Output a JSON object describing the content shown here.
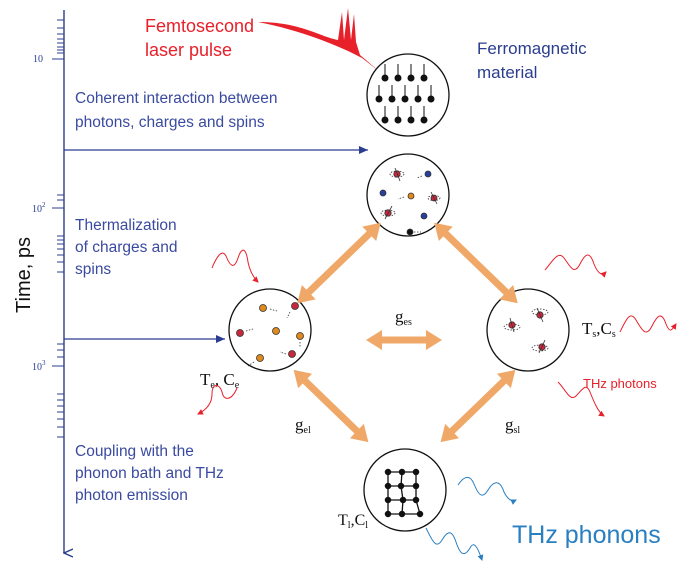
{
  "axis": {
    "label": "Time, ps",
    "tick_10": "10",
    "tick_102": "10",
    "tick_102_exp": "2",
    "tick_103": "10",
    "tick_103_exp": "3"
  },
  "stages": {
    "coherent": "Coherent interaction between photons, charges and spins",
    "coherent_line1": "Coherent interaction between",
    "coherent_line2": "photons, charges and spins",
    "thermal_line1": "Thermalization",
    "thermal_line2": "of charges and",
    "thermal_line3": "spins",
    "coupling_line1": "Coupling with the",
    "coupling_line2": "phonon bath and THz",
    "coupling_line3": "photon emission"
  },
  "labels": {
    "laser_line1": "Femtosecond",
    "laser_line2": "laser pulse",
    "material_line1": "Ferromagnetic",
    "material_line2": "material",
    "thz_photons": "THz photons",
    "thz_phonons": "THz phonons"
  },
  "couplings": {
    "ges_main": "g",
    "ges_sub": "es",
    "gel_main": "g",
    "gel_sub": "el",
    "gsl_main": "g",
    "gsl_sub": "sl"
  },
  "baths": {
    "electron_T": "T",
    "electron_T_sub": "e",
    "electron_C": "C",
    "electron_C_sub": "e",
    "spin_T": "T",
    "spin_T_sub": "s",
    "spin_C": "C",
    "spin_C_sub": "s",
    "lattice_T": "T",
    "lattice_T_sub": "l",
    "lattice_C": "C",
    "lattice_C_sub": "l"
  },
  "colors": {
    "axis_blue": "#2b3d8f",
    "text_blue": "#3a4aa0",
    "laser_red": "#e8202a",
    "arrow_orange": "#f0a868",
    "phonon_blue": "#2a7fc0",
    "dot_orange": "#e08a1e",
    "dot_red": "#c8283c",
    "dot_blue": "#2a3f9a"
  }
}
